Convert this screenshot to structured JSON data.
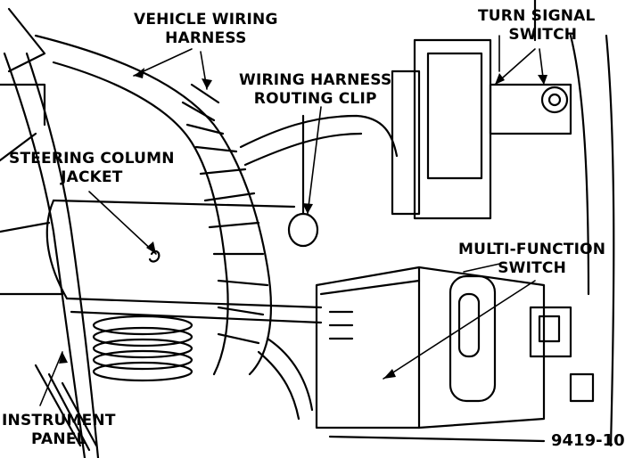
{
  "labels": {
    "vehicle_wiring_harness": [
      "VEHICLE WIRING",
      "HARNESS"
    ],
    "turn_signal_switch": [
      "TURN SIGNAL",
      "SWITCH"
    ],
    "wiring_harness_routing_clip": [
      "WIRING HARNESS",
      "ROUTING CLIP"
    ],
    "steering_column_jacket": [
      "STEERING COLUMN",
      "JACKET"
    ],
    "multi_function_switch": [
      "MULTI-FUNCTION",
      "SWITCH"
    ],
    "instrument_panel": [
      "INSTRUMENT",
      "PANEL"
    ]
  },
  "figure_number": "9419-10"
}
